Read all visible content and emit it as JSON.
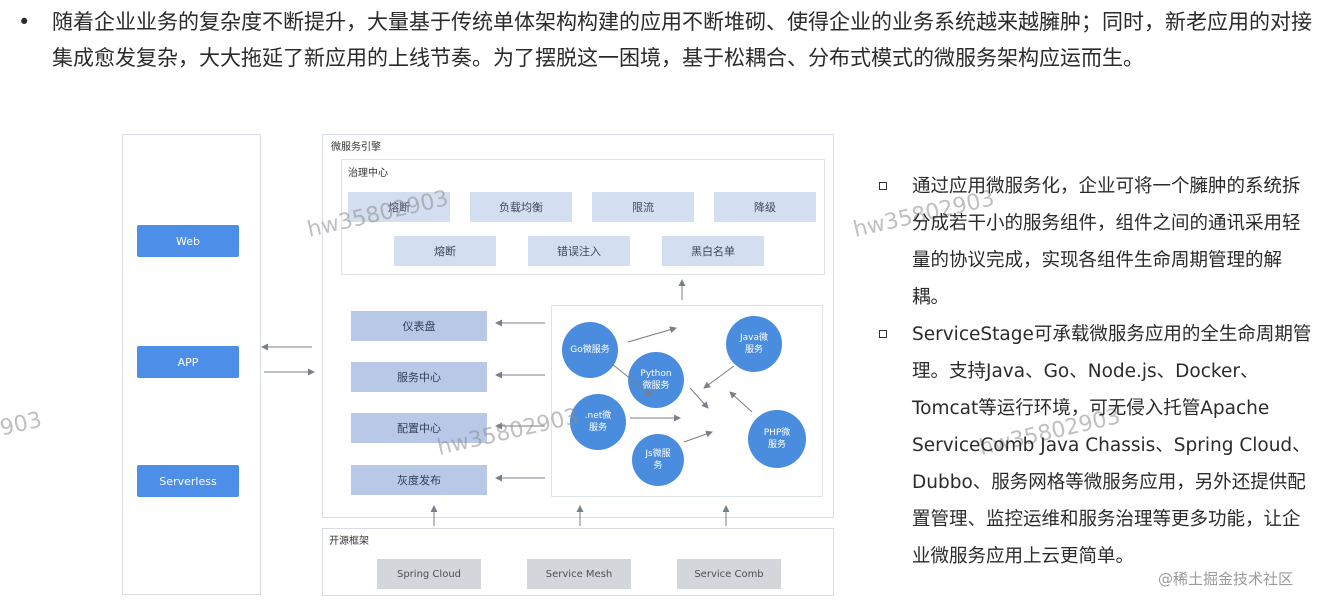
{
  "intro": {
    "bullet": "•",
    "text": "随着企业业务的复杂度不断提升，大量基于传统单体架构构建的应用不断堆砌、使得企业的业务系统越来越臃肿；同时，新老应用的对接集成愈发复杂，大大拖延了新应用的上线节奏。为了摆脱这一困境，基于松耦合、分布式模式的微服务架构应运而生。"
  },
  "diagram": {
    "clients": [
      "Web",
      "APP",
      "Serverless"
    ],
    "engine_title": "微服务引擎",
    "governance": {
      "title": "治理中心",
      "items": [
        "熔断",
        "负载均衡",
        "限流",
        "降级",
        "熔断",
        "错误注入",
        "黑白名单"
      ]
    },
    "services": [
      "仪表盘",
      "服务中心",
      "配置中心",
      "灰度发布"
    ],
    "microservices": [
      "Go微服务",
      "Python\n微服务",
      "Java微\n服务",
      ".net微\n服务",
      "Js微服\n务",
      "PHP微\n服务"
    ],
    "oss": {
      "title": "开源框架",
      "items": [
        "Spring Cloud",
        "Service Mesh",
        "Service Comb"
      ]
    }
  },
  "right": {
    "points": [
      "通过应用微服务化，企业可将一个臃肿的系统拆分成若干小的服务组件，组件之间的通讯采用轻量的协议完成，实现各组件生命周期管理的解耦。",
      "ServiceStage可承载微服务应用的全生命周期管理。支持Java、Go、Node.js、Docker、Tomcat等运行环境，可无侵入托管Apache ServiceComb Java Chassis、Spring Cloud、Dubbo、服务网格等微服务应用，另外还提供配置管理、监控运维和服务治理等更多功能，让企业微服务应用上云更简单。"
    ]
  },
  "watermarks": [
    "hw35802903",
    "hw35802903",
    "903",
    "hw35802903",
    "hw35802903"
  ],
  "footer_watermark": "@稀土掘金技术社区"
}
